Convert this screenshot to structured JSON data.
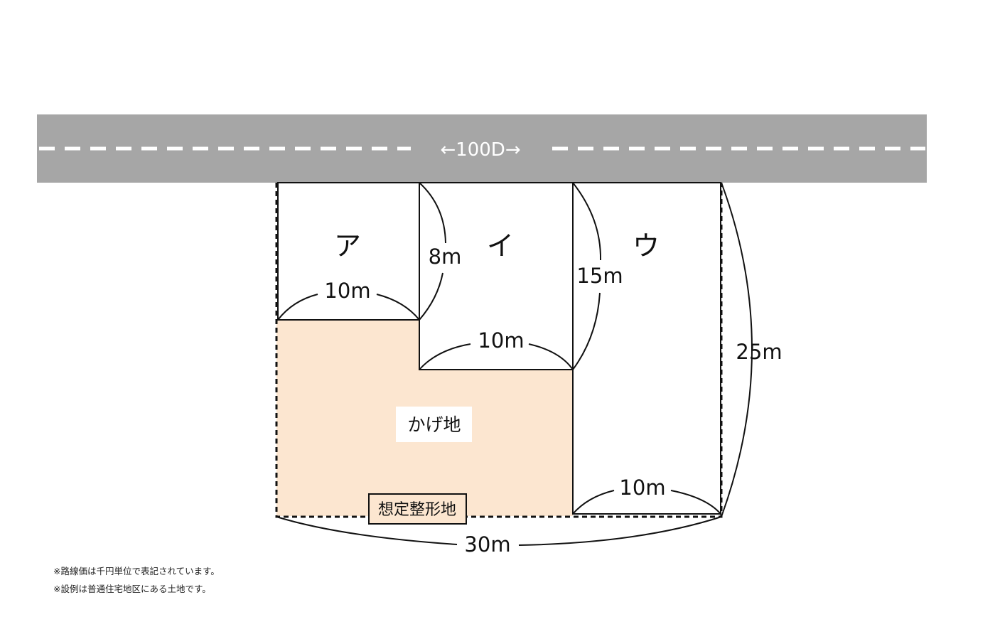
{
  "colors": {
    "road": "#a6a6a6",
    "road_marking": "#ffffff",
    "shadow_land": "#fce6d0",
    "line": "#111111"
  },
  "road": {
    "label": "←100D→"
  },
  "lots": {
    "a": "ア",
    "i": "イ",
    "u": "ウ"
  },
  "dimensions": {
    "a_width": "10m",
    "i_depth": "8m",
    "i_width": "10m",
    "u_depth": "15m",
    "u_width": "10m",
    "total_depth": "25m",
    "total_width": "30m"
  },
  "labels": {
    "shadow_land": "かげ地",
    "assumed_regular_lot": "想定整形地"
  },
  "notes": [
    "※路線価は千円単位で表記されています。",
    "※設例は普通住宅地区にある土地です。"
  ]
}
